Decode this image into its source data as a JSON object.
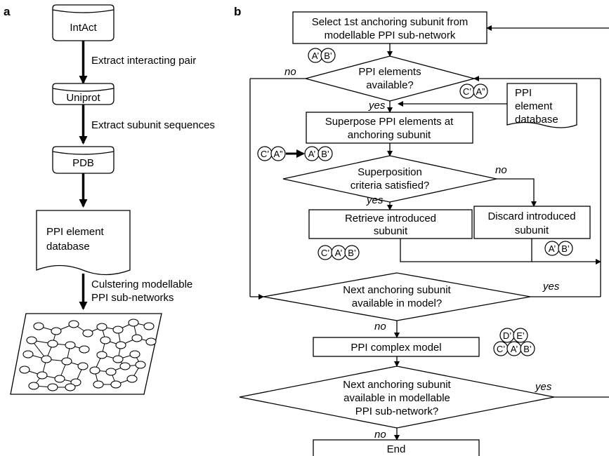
{
  "panels": {
    "a": "a",
    "b": "b"
  },
  "left": {
    "databases": [
      "IntAct",
      "Uniprot",
      "PDB"
    ],
    "steps": [
      "Extract interacting pair",
      "Extract subunit sequences"
    ],
    "doc": [
      "PPI element",
      "database"
    ],
    "cluster_step": [
      "Culstering modellable",
      "PPI sub-networks"
    ]
  },
  "right": {
    "select": [
      "Select 1st anchoring subunit from",
      "modellable PPI sub-network"
    ],
    "d1": [
      "PPI elements",
      "available?"
    ],
    "superpose": [
      "Superpose PPI elements at",
      "anchoring subunit"
    ],
    "d2": [
      "Superposition",
      "criteria satisfied?"
    ],
    "retrieve": [
      "Retrieve introduced",
      "subunit"
    ],
    "discard": [
      "Discard introduced",
      "subunit"
    ],
    "d3": [
      "Next anchoring subunit",
      "available in model?"
    ],
    "model": "PPI complex model",
    "d4": [
      "Next anchoring subunit",
      "available in modellable",
      "PPI sub-network?"
    ],
    "end": "End",
    "doc": [
      "PPI",
      "element",
      "database"
    ],
    "labels": {
      "yes": "yes",
      "no": "no"
    }
  },
  "subunits": {
    "A1": "A’",
    "B1": "B’",
    "C1": "C’",
    "A2": "A”",
    "D1": "D’",
    "E1": "E’"
  }
}
